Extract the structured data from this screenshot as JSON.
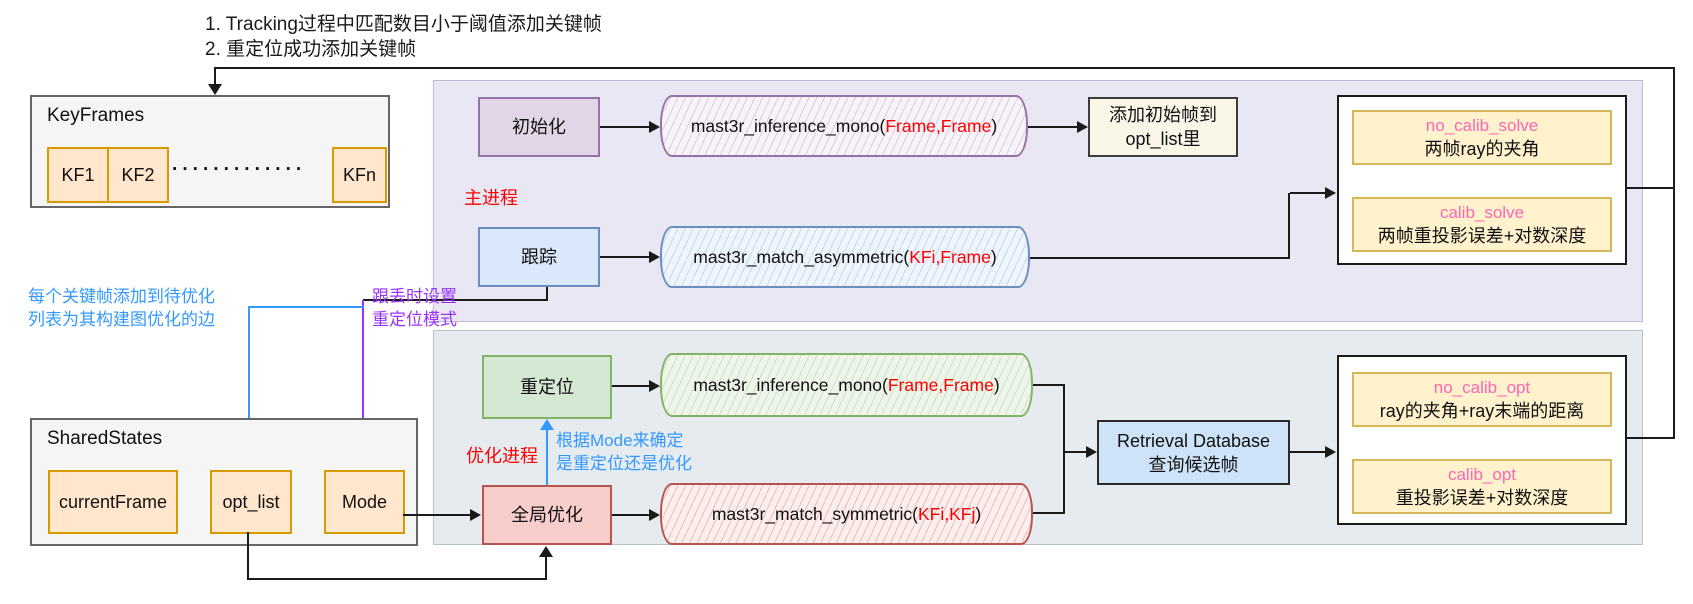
{
  "annotations": {
    "top_note_line1": "1. Tracking过程中匹配数目小于阈值添加关键帧",
    "top_note_line2": "2. 重定位成功添加关键帧",
    "blue_note_line1": "每个关键帧添加到待优化",
    "blue_note_line2": "列表为其构建图优化的边",
    "purple_note_line1": "跟丢时设置",
    "purple_note_line2": "重定位模式"
  },
  "keyframes": {
    "title": "KeyFrames",
    "kf1": "KF1",
    "kf2": "KF2",
    "kfn": "KFn",
    "ellipsis": "·············"
  },
  "shared_states": {
    "title": "SharedStates",
    "current_frame": "currentFrame",
    "opt_list": "opt_list",
    "mode": "Mode"
  },
  "main": {
    "process_label": "主进程",
    "init_label": "初始化",
    "init_fn": {
      "pre": "mast3r_inference_mono(",
      "args": "Frame,Frame",
      "post": ")"
    },
    "init_result_line1": "添加初始帧到",
    "init_result_line2": "opt_list里",
    "track_label": "跟踪",
    "track_fn": {
      "pre": "mast3r_match_asymmetric(",
      "args": "KFi,Frame",
      "post": ")"
    },
    "no_calib_solve_title": "no_calib_solve",
    "no_calib_solve_desc": "两帧ray的夹角",
    "calib_solve_title": "calib_solve",
    "calib_solve_desc": "两帧重投影误差+对数深度"
  },
  "opt": {
    "process_label": "优化进程",
    "mode_note_line1": "根据Mode来确定",
    "mode_note_line2": "是重定位还是优化",
    "reloc_label": "重定位",
    "reloc_fn": {
      "pre": "mast3r_inference_mono(",
      "args": "Frame,Frame",
      "post": ")"
    },
    "global_label": "全局优化",
    "global_fn": {
      "pre": "mast3r_match_symmetric(",
      "args": "KFi,KFj",
      "post": ")"
    },
    "retrieval_line1": "Retrieval Database",
    "retrieval_line2": "查询候选帧",
    "no_calib_opt_title": "no_calib_opt",
    "no_calib_opt_desc": "ray的夹角+ray末端的距离",
    "calib_opt_title": "calib_opt",
    "calib_opt_desc": "重投影误差+对数深度"
  },
  "colors": {
    "red_text": "#ff0000",
    "pink_text": "#ff66b3",
    "blue_annotation": "#3399ff",
    "purple_annotation": "#9933ff",
    "orange_fill": "#ffe6cc",
    "orange_border": "#d79b00",
    "purple_fill": "#e1d5e7",
    "purple_border": "#9673a6",
    "blue_fill": "#dae8fc",
    "blue_border": "#6c8ebf",
    "green_fill": "#d5e8d4",
    "green_border": "#82b366",
    "red_fill": "#f8cecc",
    "red_border": "#b85450",
    "cream_fill": "#fff2cc",
    "cream_border": "#d6b656",
    "main_panel_bg": "#e9e7f4",
    "opt_panel_bg": "#e6ebef"
  }
}
